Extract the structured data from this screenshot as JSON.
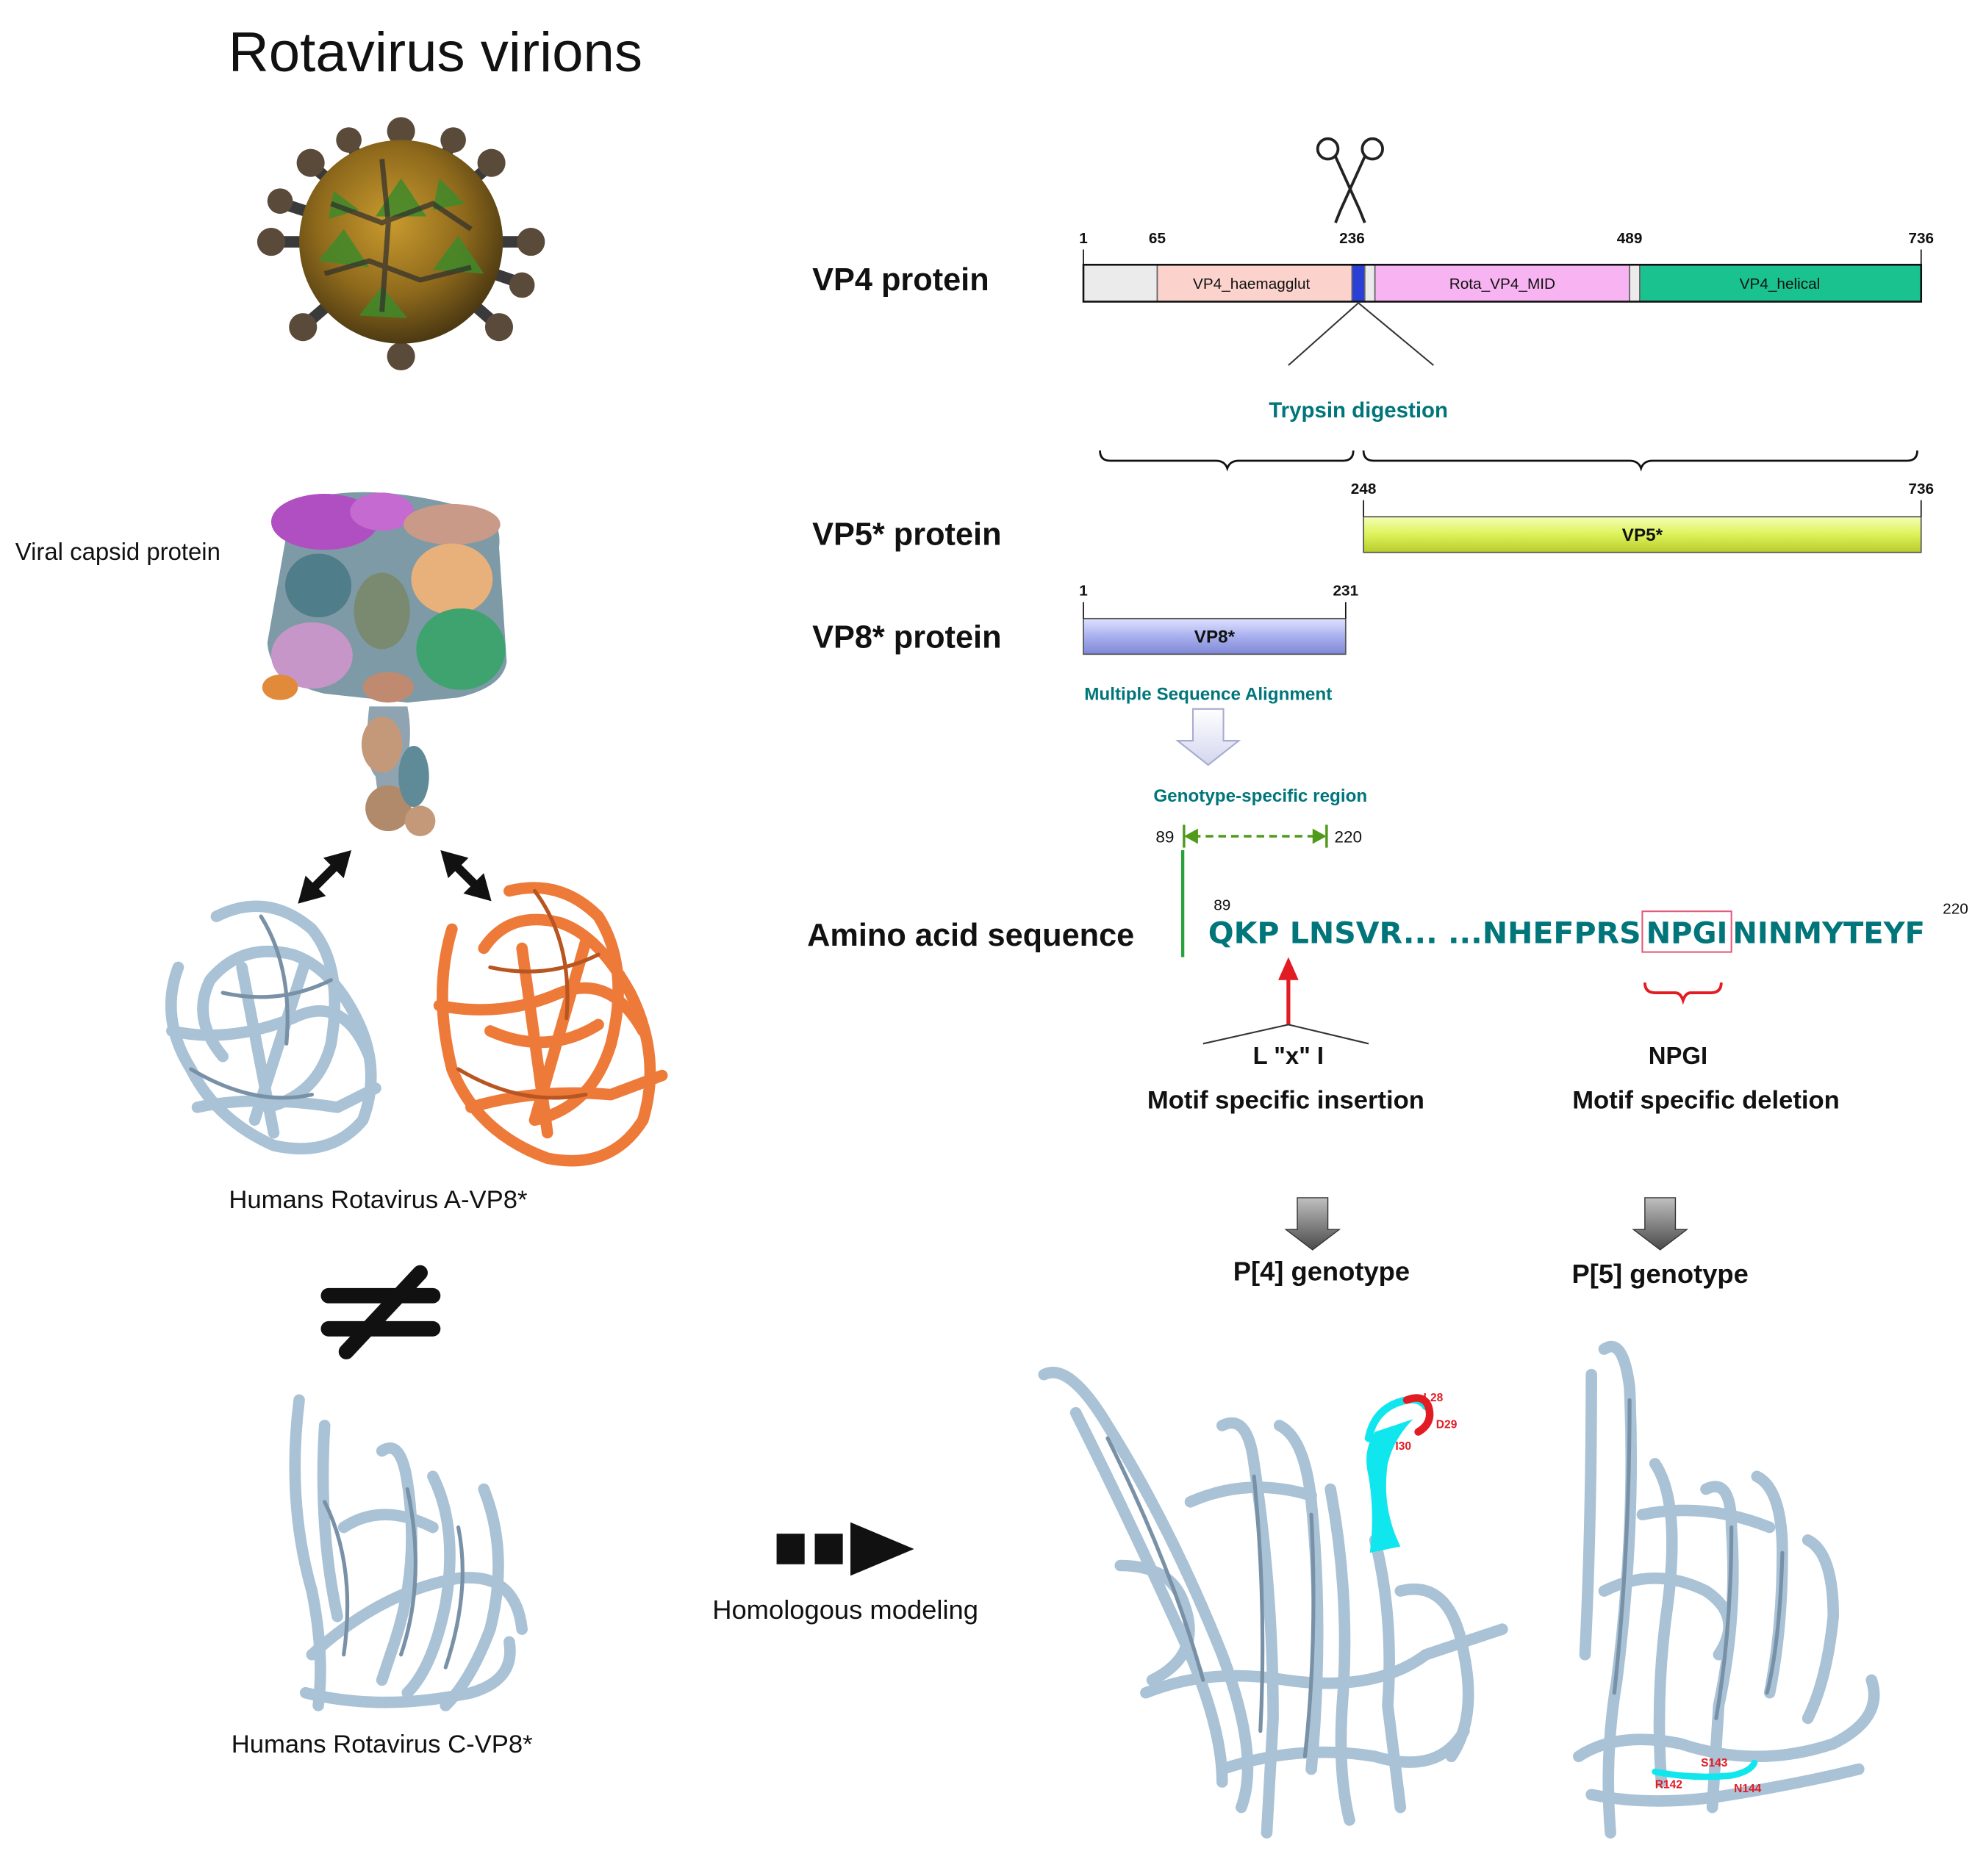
{
  "title": "Rotavirus virions",
  "left": {
    "capsid_label": "Viral capsid protein",
    "rva_label": "Humans Rotavirus A-VP8*",
    "rvc_label": "Humans Rotavirus C-VP8*",
    "not_equal_symbol": "≠",
    "arrow_label": "Homologous modeling"
  },
  "vp4": {
    "label": "VP4 protein",
    "ticks": [
      "1",
      "65",
      "236",
      "489",
      "736"
    ],
    "domains": [
      "VP4_haemagglut",
      "Rota_VP4_MID",
      "VP4_helical"
    ],
    "colors": {
      "haemagglut": "#fbd3cc",
      "mid": "#f8b3f2",
      "helical": "#19c28f",
      "linker": "#2a3fd6",
      "nterm": "#ebebeb"
    }
  },
  "trypsin_label": "Trypsin digestion",
  "vp5": {
    "label": "VP5* protein",
    "start": "248",
    "end": "736",
    "bar_text": "VP5*",
    "color": "#ddf25a"
  },
  "vp8": {
    "label": "VP8* protein",
    "start": "1",
    "end": "231",
    "bar_text": "VP8*",
    "color": "#a9b0ee"
  },
  "msa_label": "Multiple Sequence Alignment",
  "genotype_region": {
    "label": "Genotype-specific region",
    "start": "89",
    "end": "220"
  },
  "sequence": {
    "label": "Amino acid sequence",
    "start": "89",
    "end": "220",
    "part1": "QKP LNSVR... ...NHEFPRS",
    "boxed": "NPGI",
    "part2": "NINMYTEYF"
  },
  "insertion": {
    "motif": "L \"x\" I",
    "caption": "Motif specific insertion",
    "genotype": "P[4] genotype"
  },
  "deletion": {
    "motif": "NPGI",
    "caption": "Motif specific deletion",
    "genotype": "P[5] genotype"
  },
  "p4_residues": [
    "L28",
    "D29",
    "I30"
  ],
  "p5_residues": [
    "R142",
    "S143",
    "N144"
  ]
}
